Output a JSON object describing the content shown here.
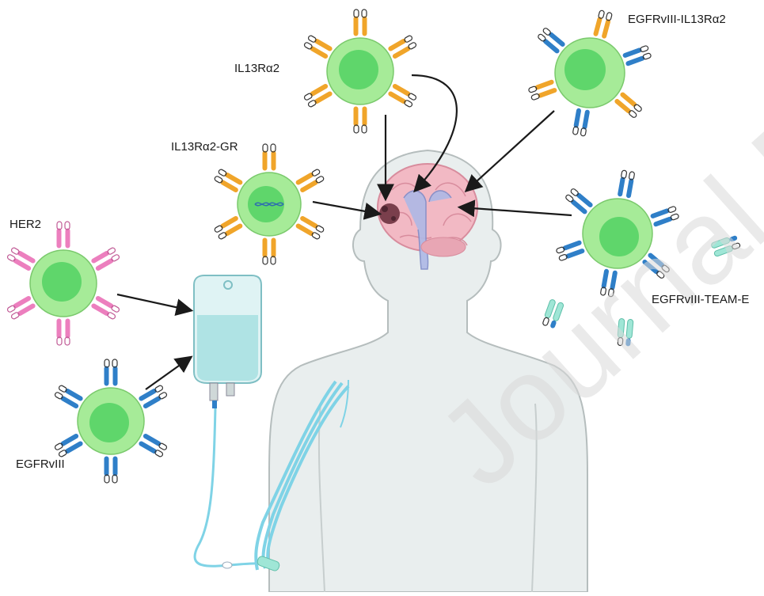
{
  "labels": {
    "il13ra2": "IL13Rα2",
    "egfrviii_il13ra2": "EGFRvIII-IL13Rα2",
    "il13ra2_gr": "IL13Rα2-GR",
    "her2": "HER2",
    "egfrviii_team_e": "EGFRvIII-TEAM-E",
    "egfrviii": "EGFRvIII"
  },
  "watermark": "Journal Pre-proof",
  "colors": {
    "cell_body": "#a6eb98",
    "cell_nucleus": "#5fd66b",
    "il13_receptor": "#f0a52a",
    "egfr_receptor": "#2f7fc8",
    "her2_receptor": "#ec7fbe",
    "team_e_antibody": "#9fe6d6",
    "arrow": "#1a1a1a",
    "tubing": "#7fd3e6",
    "body_fill": "#e9eeee",
    "brain": "#f2b9c4",
    "tumor": "#7a3f4c"
  },
  "icons": {
    "brain": "brain-icon",
    "tumor": "tumor-icon",
    "iv_bag": "iv-bag-icon",
    "dna": "dna-icon"
  }
}
